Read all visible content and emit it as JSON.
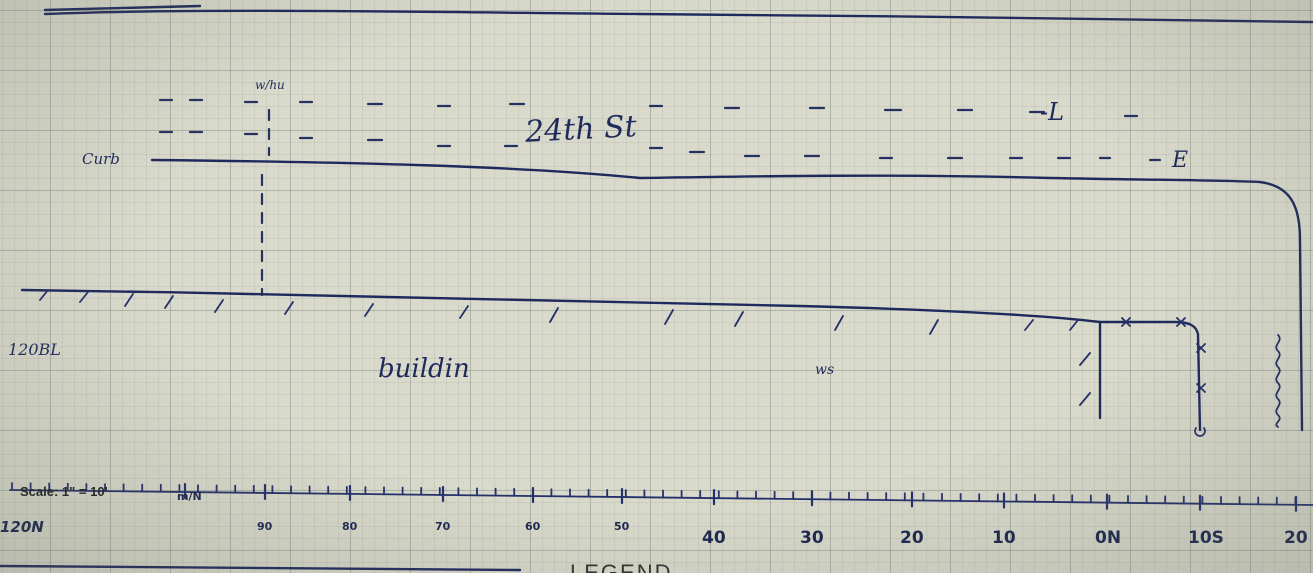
{
  "drawing": {
    "street_label": "24th St",
    "curb_label": "Curb",
    "building_label": "buildin",
    "offset_label": "120BL",
    "bracket_mark": "-L",
    "east_mark": "E",
    "top_note": "w/hu",
    "mid_note": "ws",
    "scale_text": "Scale: 1\" = 10'",
    "legend_text": "LEGEND",
    "ruler_start": "120N",
    "ruler_marks": [
      "m/N",
      "90",
      "80",
      "70",
      "60",
      "50",
      "40",
      "30",
      "20",
      "10",
      "0N",
      "10S",
      "20"
    ]
  }
}
